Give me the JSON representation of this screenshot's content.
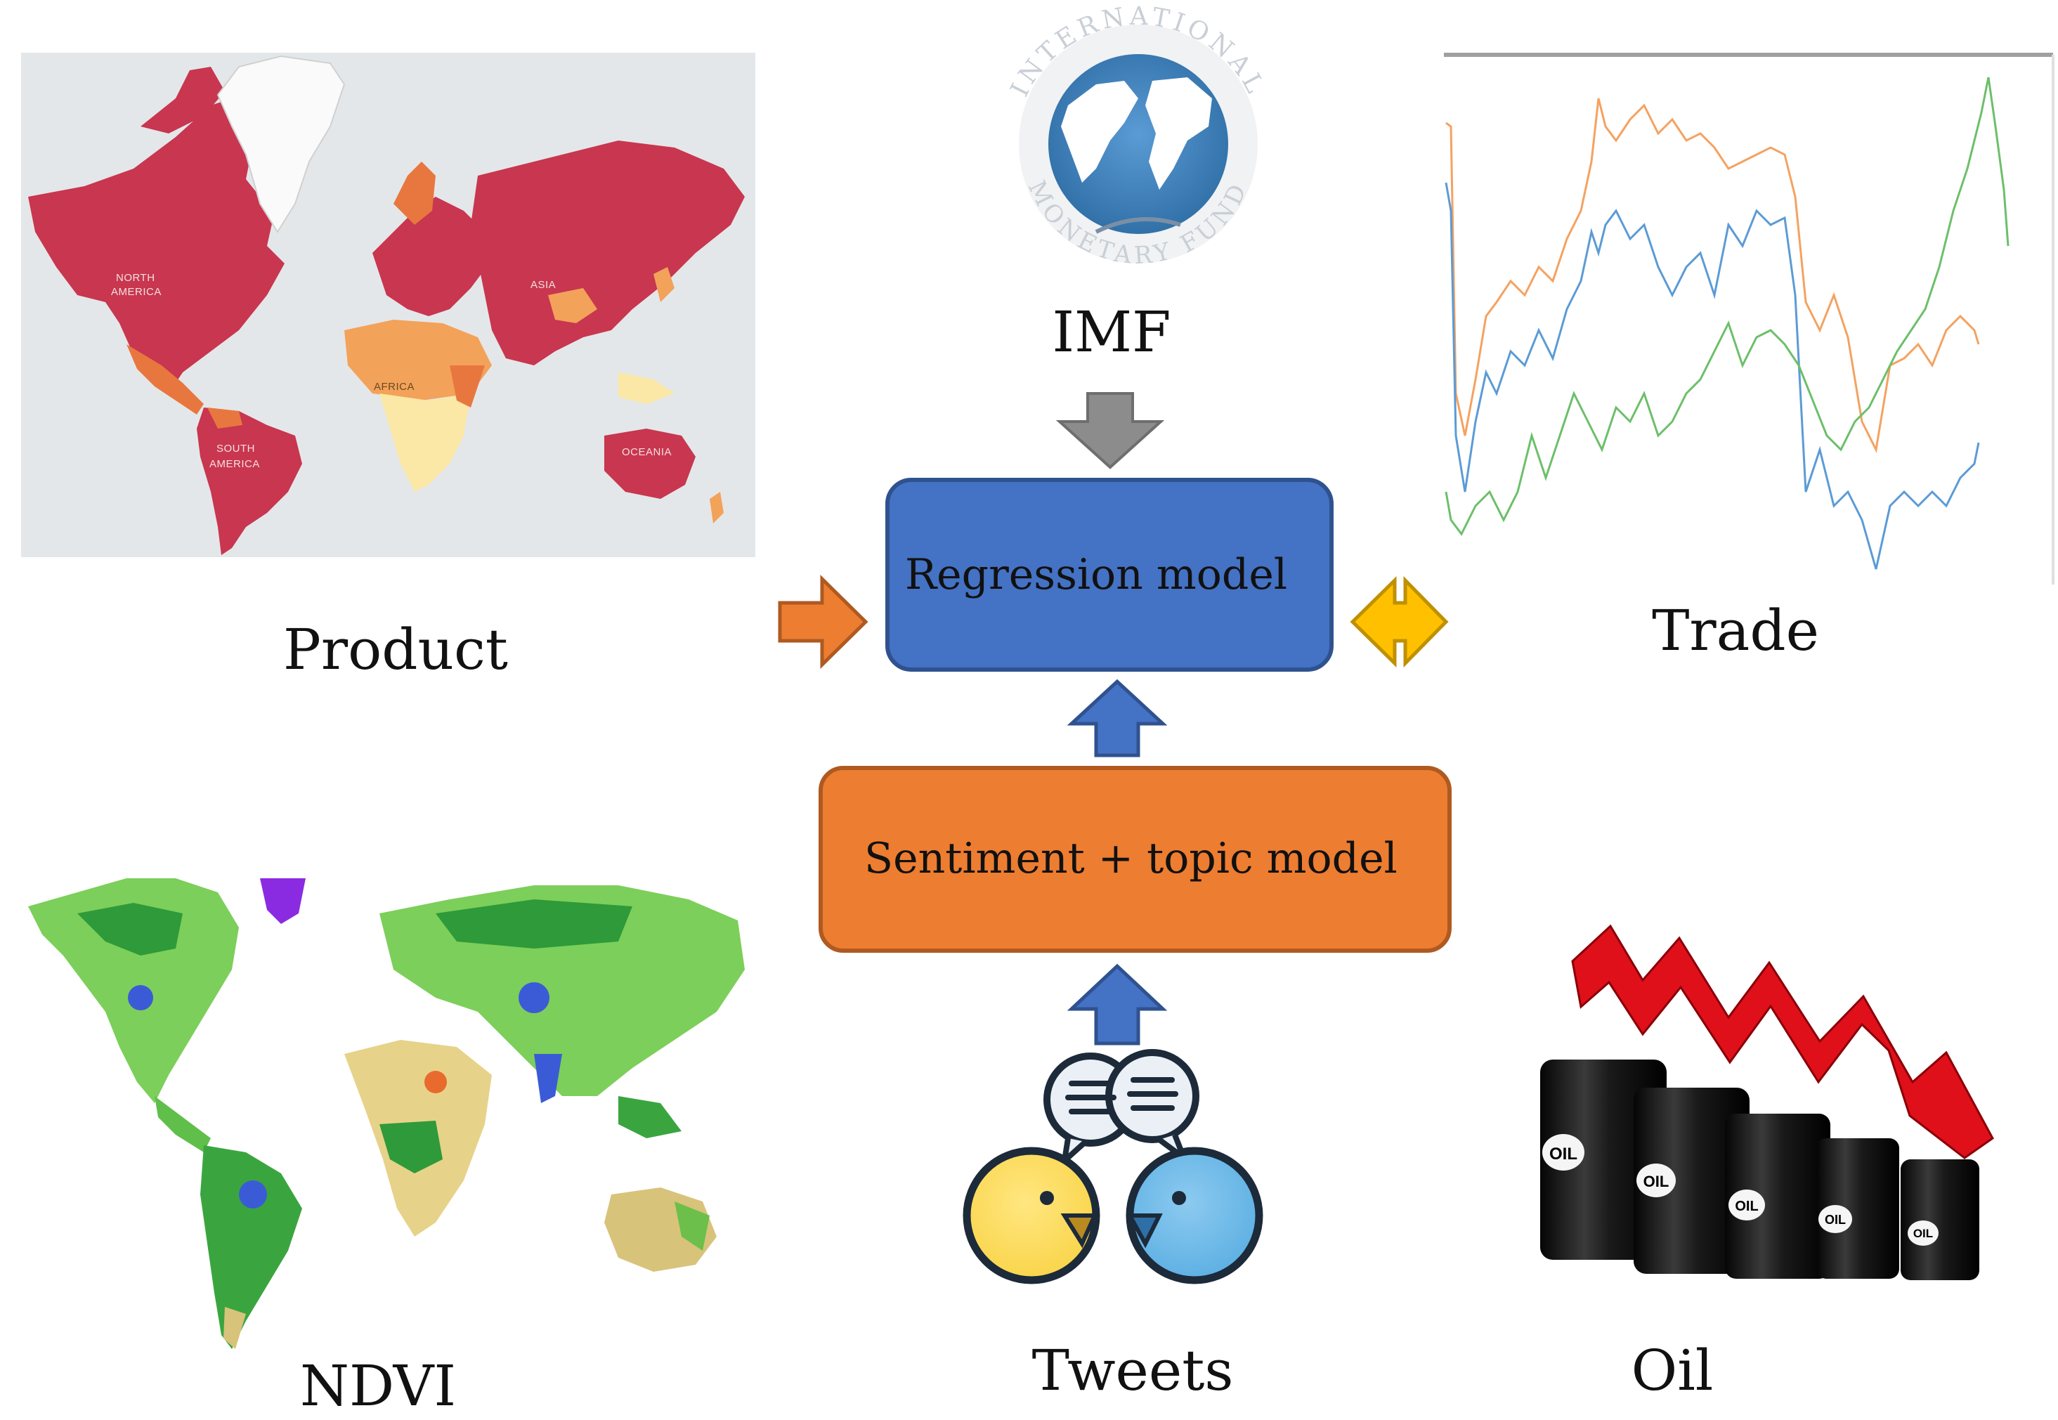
{
  "colors": {
    "regression_fill": "#4472c4",
    "regression_stroke": "#2f528f",
    "sentiment_fill": "#ed7d31",
    "sentiment_stroke": "#ae5a21",
    "arrow_blue": "#4472c4",
    "arrow_orange": "#ed7d31",
    "arrow_gray": "#8c8c8c",
    "arrow_gold": "#ffc000",
    "map_land": "#c8364f",
    "map_ocean": "#e4e7e9",
    "trade_blue": "#5b9bd5",
    "trade_orange": "#f4a261",
    "trade_green": "#6cbf6a",
    "oil_arrow": "#e0101a"
  },
  "labels": {
    "product": "Product",
    "imf": "IMF",
    "trade": "Trade",
    "ndvi": "NDVI",
    "tweets": "Tweets",
    "oil": "Oil"
  },
  "boxes": {
    "regression": "Regression model",
    "sentiment": "Sentiment + topic model"
  },
  "map_regions": {
    "north_america": [
      "NORTH",
      "AMERICA"
    ],
    "south_america": [
      "SOUTH",
      "AMERICA"
    ],
    "africa": "AFRICA",
    "asia": "ASIA",
    "oceania": "OCEANIA"
  },
  "imf_seal": {
    "top_text": "INTERNATIONAL",
    "bottom_text": "MONETARY FUND"
  },
  "barrel_text": "OIL"
}
